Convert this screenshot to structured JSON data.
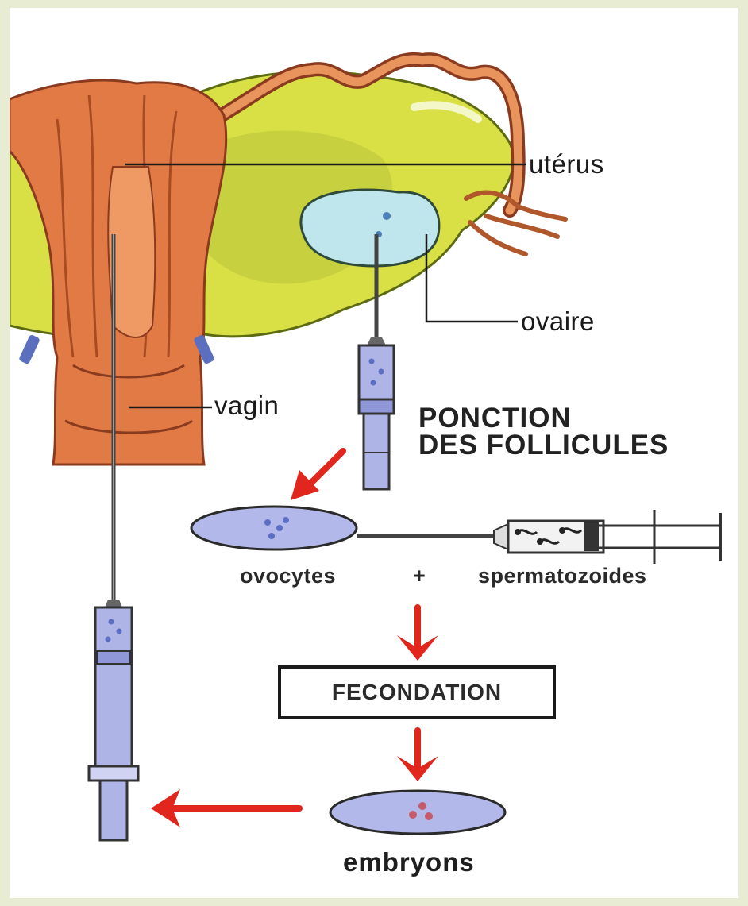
{
  "labels": {
    "uterus": "utérus",
    "ovaire": "ovaire",
    "vagin": "vagin",
    "ponction_line1": "PONCTION",
    "ponction_line2": "DES FOLLICULES",
    "ovocytes": "ovocytes",
    "plus": "+",
    "spermatozoides": "spermatozoides",
    "fecondation": "FECONDATION",
    "embryons": "embryons"
  },
  "colors": {
    "page_background": "#e8ecd2",
    "uterus_tissue": "#e27a45",
    "tissue_outline": "#8a3a1e",
    "ovary_fat": "#d9e045",
    "follicle": "#bfe6ec",
    "syringe_fill": "#aeb4e6",
    "dish_fill": "#b3b8ea",
    "arrow": "#e0261d",
    "leader_line": "#1a1a1a"
  }
}
